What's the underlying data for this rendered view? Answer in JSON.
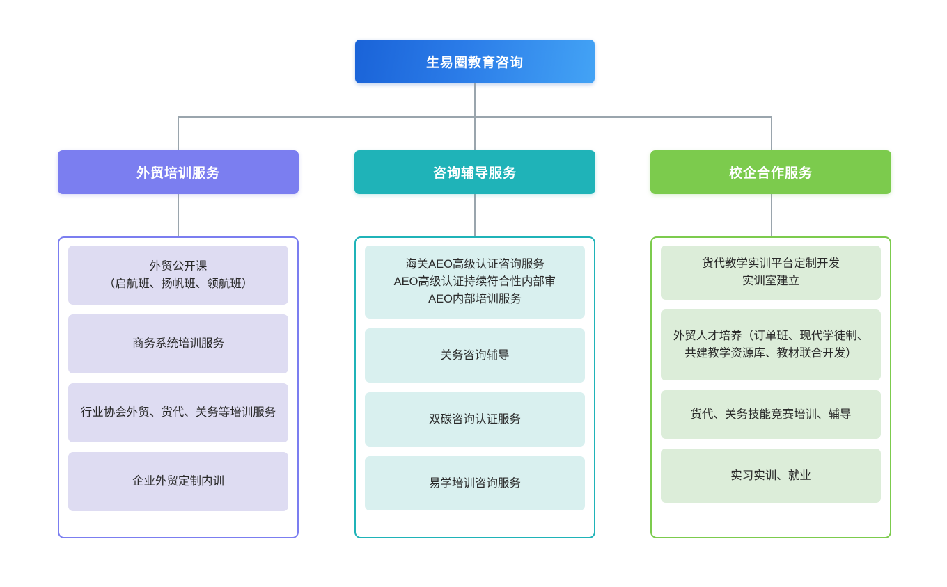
{
  "root": {
    "label": "生易圈教育咨询",
    "color": "#2b7ce8"
  },
  "branches": [
    {
      "title": "外贸培训服务",
      "color": "#7b7ef0",
      "card_color": "#dedcf2",
      "items": [
        "外贸公开课\n（启航班、扬帆班、领航班）",
        "商务系统培训服务",
        "行业协会外贸、货代、关务等培训服务",
        "企业外贸定制内训"
      ]
    },
    {
      "title": "咨询辅导服务",
      "color": "#1fb3b8",
      "card_color": "#d9f0ef",
      "items": [
        "海关AEO高级认证咨询服务\nAEO高级认证持续符合性内部审\nAEO内部培训服务",
        "关务咨询辅导",
        "双碳咨询认证服务",
        "易学培训咨询服务"
      ]
    },
    {
      "title": "校企合作服务",
      "color": "#7ccb4d",
      "card_color": "#dcedd9",
      "items": [
        "货代教学实训平台定制开发\n实训室建立",
        "外贸人才培养（订单班、现代学徒制、共建教学资源库、教材联合开发）",
        "货代、关务技能竞赛培训、辅导",
        "实习实训、就业"
      ]
    }
  ],
  "connector": {
    "color": "#9aa5ad"
  }
}
